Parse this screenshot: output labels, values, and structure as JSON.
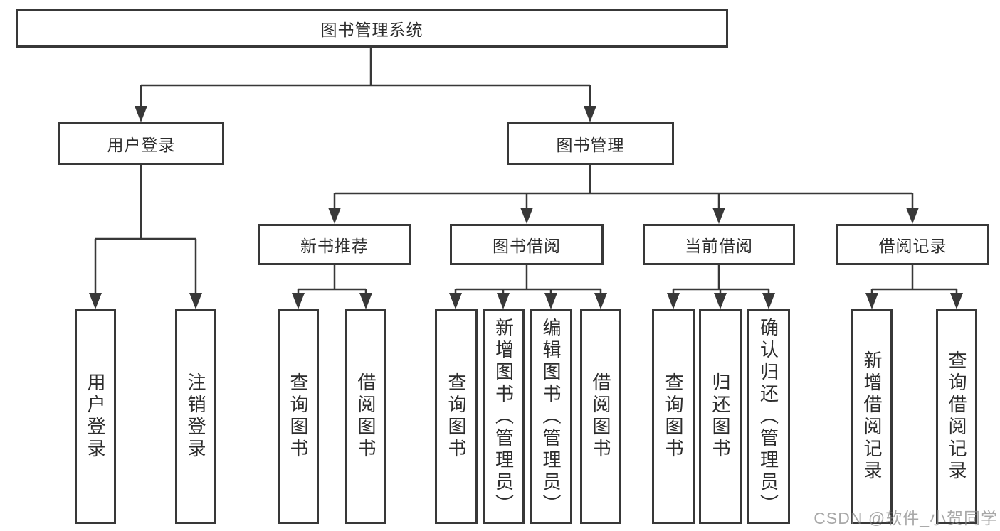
{
  "tree": {
    "root": {
      "label": "图书管理系统",
      "children": [
        {
          "label": "用户登录",
          "children": [
            {
              "label": "用户登录"
            },
            {
              "label": "注销登录"
            }
          ]
        },
        {
          "label": "图书管理",
          "children": [
            {
              "label": "新书推荐",
              "children": [
                {
                  "label": "查询图书"
                },
                {
                  "label": "借阅图书"
                }
              ]
            },
            {
              "label": "图书借阅",
              "children": [
                {
                  "label": "查询图书"
                },
                {
                  "label": "新增图书（管理员）"
                },
                {
                  "label": "编辑图书（管理员）"
                },
                {
                  "label": "借阅图书"
                }
              ]
            },
            {
              "label": "当前借阅",
              "children": [
                {
                  "label": "查询图书"
                },
                {
                  "label": "归还图书"
                },
                {
                  "label": "确认归还（管理员）"
                }
              ]
            },
            {
              "label": "借阅记录",
              "children": [
                {
                  "label": "新增借阅记录"
                },
                {
                  "label": "查询借阅记录"
                }
              ]
            }
          ]
        }
      ]
    }
  },
  "watermark": {
    "text": "CSDN @软件_小贺同学"
  },
  "colors": {
    "line": "#383838",
    "text": "#2d2d2d",
    "background": "#ffffff",
    "watermark": "#868686"
  }
}
